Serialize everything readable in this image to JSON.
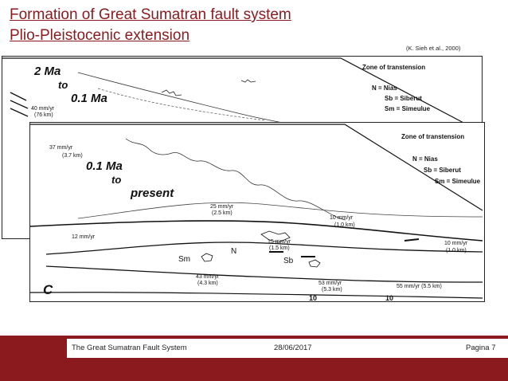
{
  "title": {
    "line1": "Formation of Great Sumatran fault system",
    "line2": "Plio-Pleistocenic extension"
  },
  "citation": "(K. Sieh et al., 2000)",
  "map_back": {
    "time_label_1": "2 Ma",
    "time_label_2": "to",
    "time_label_3": "0.1 Ma",
    "rate": "40 mm/yr",
    "offset": "(76 km)",
    "legend": {
      "zone": "Zone of transtension",
      "n": "N = Nias",
      "sb": "Sb = Siberut",
      "sm": "Sm = Simeulue"
    }
  },
  "map_front": {
    "time_label_1": "0.1 Ma",
    "time_label_2": "to",
    "time_label_3": "present",
    "panel_letter": "C",
    "legend": {
      "zone": "Zone of transtension",
      "n": "N = Nias",
      "sb": "Sb = Siberut",
      "sm": "Sm = Simeulue"
    },
    "rates": [
      {
        "rate": "37 mm/yr",
        "offset": "(3.7 km)"
      },
      {
        "rate": "25 mm/yr",
        "offset": "(2.5 km)"
      },
      {
        "rate": "10 mm/yr",
        "offset": "(1.0 km)"
      },
      {
        "rate": "15 mm/yr",
        "offset": "(1.5 km)"
      },
      {
        "rate": "10 mm/yr",
        "offset": "(1.0 km)"
      },
      {
        "rate": "43 mm/yr",
        "offset": "(4.3 km)"
      },
      {
        "rate": "53 mm/yr",
        "offset": "(5.3 km)"
      },
      {
        "rate": "55 mm/yr (5.5 km)"
      }
    ],
    "rate_left": "12 mm/yr",
    "island_sm": "Sm",
    "island_n": "N",
    "island_sb": "Sb",
    "bottom_ticks": [
      "10",
      "10"
    ]
  },
  "footer": {
    "presentation": "The Great Sumatran Fault System",
    "date": "28/06/2017",
    "page": "Pagina 7",
    "bar_color": "#8b1a1f"
  }
}
